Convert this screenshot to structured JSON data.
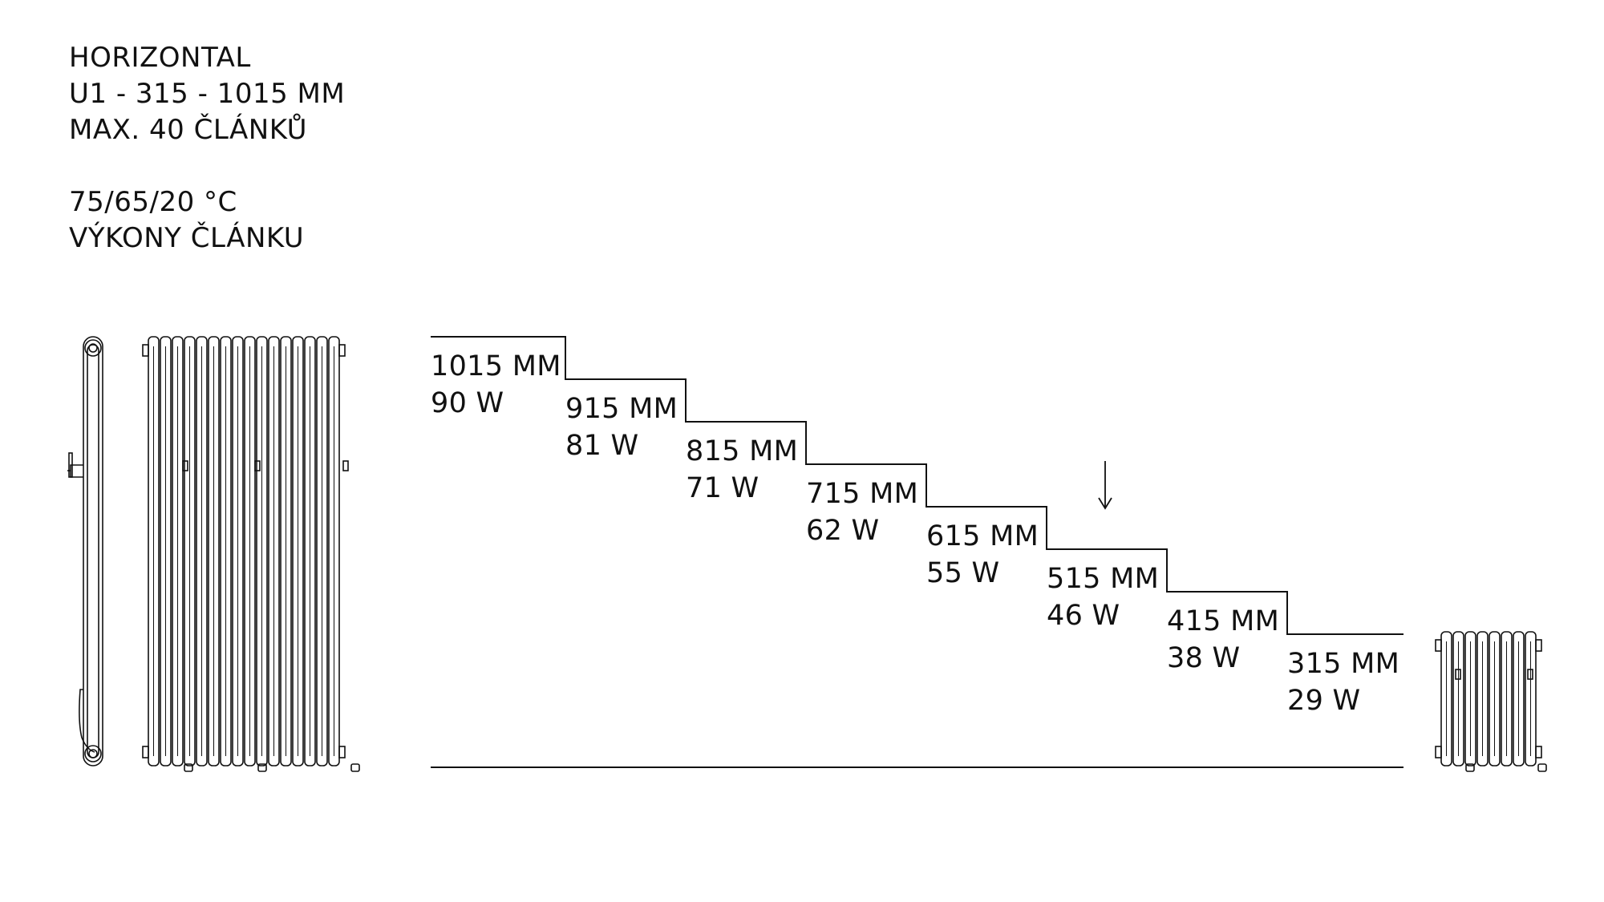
{
  "header": {
    "line1": "HORIZONTAL",
    "line2": "U1 - 315 - 1015 MM",
    "line3": "MAX. 40 ČLÁNKŮ",
    "line4": "75/65/20 °C",
    "line5": "VÝKONY ČLÁNKU"
  },
  "steps": [
    {
      "height": "1015 MM",
      "power": "90 W"
    },
    {
      "height": "915 MM",
      "power": "81 W"
    },
    {
      "height": "815 MM",
      "power": "71 W"
    },
    {
      "height": "715 MM",
      "power": "62 W"
    },
    {
      "height": "615 MM",
      "power": "55 W"
    },
    {
      "height": "515 MM",
      "power": "46 W"
    },
    {
      "height": "415 MM",
      "power": "38 W"
    },
    {
      "height": "315 MM",
      "power": "29 W"
    }
  ],
  "icons": {
    "arrow": "down-arrow-icon",
    "side_view": "radiator-side-view-icon",
    "tall_front": "radiator-tall-front-icon",
    "short_front": "radiator-short-front-icon"
  },
  "colors": {
    "line": "#111111",
    "background": "#ffffff"
  }
}
